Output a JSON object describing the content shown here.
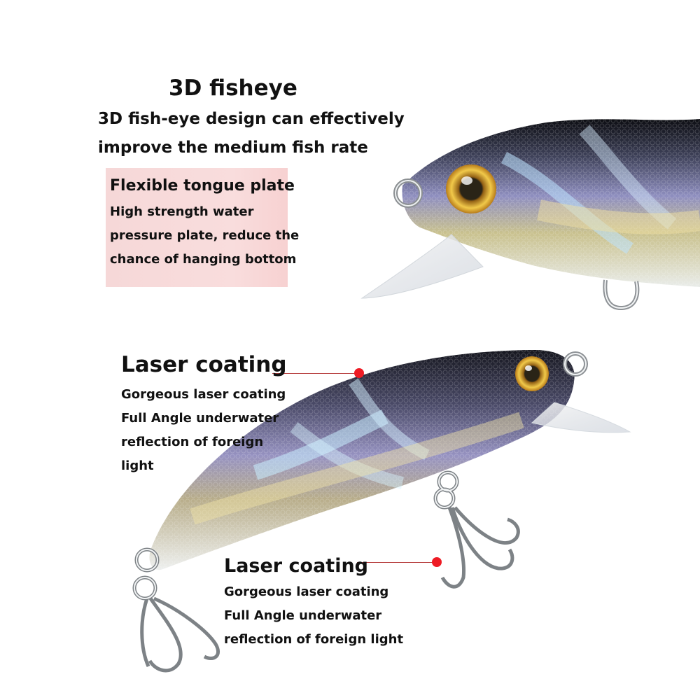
{
  "fisheye": {
    "title": "3D fisheye",
    "line1": "3D fish-eye design can effectively",
    "line2": "improve the medium fish rate"
  },
  "tongue_plate": {
    "title": "Flexible tongue plate",
    "line1": "High strength water",
    "line2": "pressure plate, reduce the",
    "line3": "chance of hanging bottom",
    "background": "#f9dddd"
  },
  "laser_coating_upper": {
    "title": "Laser coating",
    "line1": "Gorgeous laser coating",
    "line2": "Full Angle underwater",
    "line3": "reflection of foreign",
    "line4": "light"
  },
  "laser_coating_lower": {
    "title": "Laser coating",
    "line1": "Gorgeous laser coating",
    "line2": "Full Angle underwater",
    "line3": "reflection of foreign light"
  },
  "colors": {
    "callout_dot": "#ee1b24",
    "callout_line": "#b63c3c",
    "lure_dark": "#1d1f2b",
    "lure_shine": "#b9ddf4",
    "eye_gold": "#c7941e"
  }
}
